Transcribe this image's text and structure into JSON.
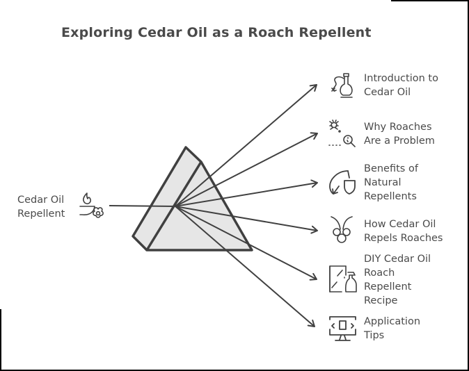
{
  "title": "Exploring Cedar Oil as a Roach Repellent",
  "source": {
    "lines": [
      "Cedar Oil",
      "Repellent"
    ],
    "icon": "oil-lamp-flower-icon"
  },
  "outputs": [
    {
      "lines": [
        "Introduction to",
        "Cedar Oil"
      ],
      "icon": "oil-bottle-icon"
    },
    {
      "lines": [
        "Why Roaches",
        "Are a Problem"
      ],
      "icon": "bug-magnifier-icon"
    },
    {
      "lines": [
        "Benefits of",
        "Natural",
        "Repellents"
      ],
      "icon": "leaf-shield-icon"
    },
    {
      "lines": [
        "How Cedar Oil",
        "Repels Roaches"
      ],
      "icon": "antennae-bug-icon"
    },
    {
      "lines": [
        "DIY Cedar Oil",
        "Roach",
        "Repellent",
        "Recipe"
      ],
      "icon": "spray-bottle-window-icon"
    },
    {
      "lines": [
        "Application",
        "Tips"
      ],
      "icon": "monitor-code-icon"
    }
  ],
  "colors": {
    "stroke": "#404040",
    "text": "#4a4a4a",
    "prism_fill": "#e6e6e6",
    "frame": "#000000"
  }
}
